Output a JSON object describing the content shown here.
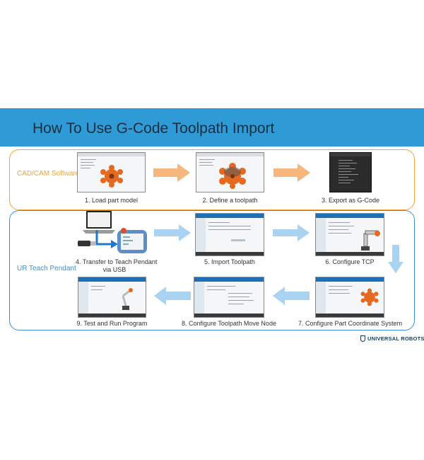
{
  "title": "How To Use G-Code Toolpath Import",
  "sections": {
    "cad": {
      "label": "CAD/CAM Software"
    },
    "ur": {
      "label": "UR Teach Pendant"
    }
  },
  "steps": [
    {
      "caption": "1. Load part model"
    },
    {
      "caption": "2. Define a toolpath"
    },
    {
      "caption": "3. Export as G-Code"
    },
    {
      "caption_line1": "4. Transfer to Teach Pendant",
      "caption_line2": "via USB"
    },
    {
      "caption": "5. Import Toolpath"
    },
    {
      "caption": "6. Configure TCP"
    },
    {
      "caption": "7. Configure Part Coordinate System"
    },
    {
      "caption": "8. Configure Toolpath Move Node"
    },
    {
      "caption": "9. Test and Run Program"
    }
  ],
  "logo": {
    "text": "UNIVERSAL ROBOTS"
  },
  "colors": {
    "banner": "#2e9bd6",
    "cad_accent": "#f2a33a",
    "ur_accent": "#3c8fd0",
    "arrow_orange": "#f7b77c",
    "arrow_blue": "#a9d3f0"
  }
}
